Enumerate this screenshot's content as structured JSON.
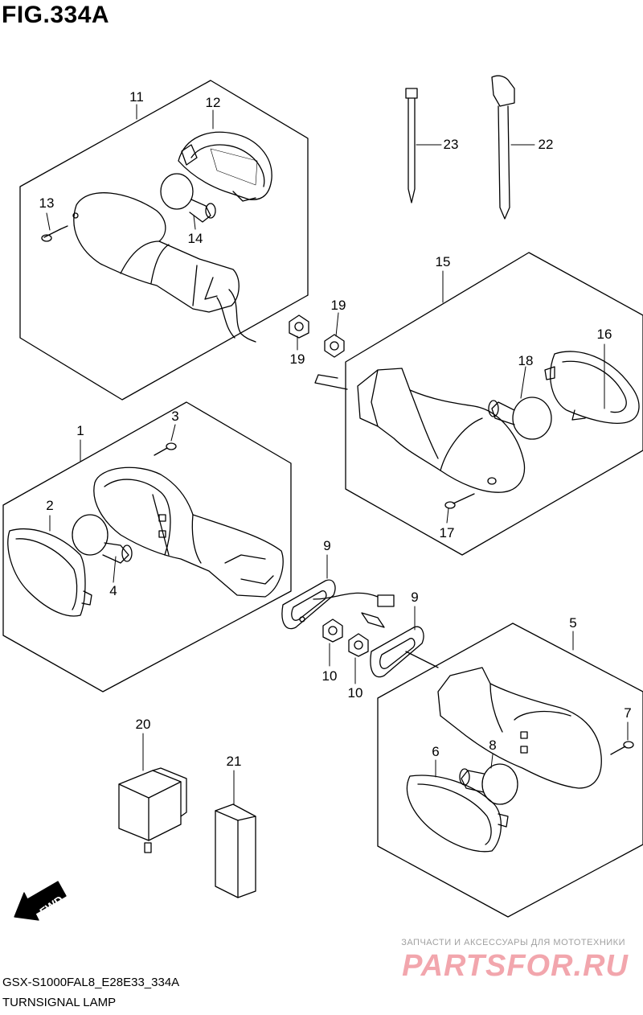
{
  "figure": {
    "title": "FIG.334A",
    "code": "GSX-S1000FAL8_E28E33_334A",
    "caption": "TURNSIGNAL LAMP"
  },
  "fwd_arrow": {
    "label": "FWD"
  },
  "watermark": {
    "tagline": "ЗАПЧАСТИ И АКСЕССУАРЫ ДЛЯ МОТОТЕХНИКИ",
    "logo": "PARTSFOR.RU"
  },
  "callouts": {
    "p1": "1",
    "p2": "2",
    "p3": "3",
    "p4": "4",
    "p5": "5",
    "p6": "6",
    "p7": "7",
    "p8": "8",
    "p9a": "9",
    "p9b": "9",
    "p10a": "10",
    "p10b": "10",
    "p11": "11",
    "p12": "12",
    "p13": "13",
    "p14": "14",
    "p15": "15",
    "p16": "16",
    "p17": "17",
    "p18": "18",
    "p19a": "19",
    "p19b": "19",
    "p20": "20",
    "p21": "21",
    "p22": "22",
    "p23": "23"
  }
}
